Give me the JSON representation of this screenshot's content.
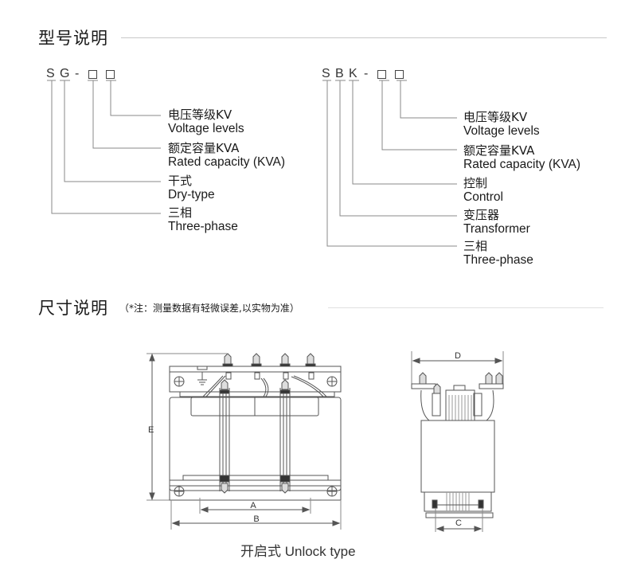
{
  "model_section": {
    "title": "型号说明",
    "sg": {
      "code_letters": [
        "S",
        "G",
        "-"
      ],
      "items": [
        {
          "cn": "电压等级KV",
          "en": "Voltage levels"
        },
        {
          "cn": "额定容量KVA",
          "en": "Rated capacity (KVA)"
        },
        {
          "cn": "干式",
          "en": "Dry-type"
        },
        {
          "cn": "三相",
          "en": "Three-phase"
        }
      ]
    },
    "sbk": {
      "code_letters": [
        "S",
        "B",
        "K",
        "-"
      ],
      "items": [
        {
          "cn": "电压等级KV",
          "en": "Voltage levels"
        },
        {
          "cn": "额定容量KVA",
          "en": "Rated capacity (KVA)"
        },
        {
          "cn": "控制",
          "en": "Control"
        },
        {
          "cn": "变压器",
          "en": "Transformer"
        },
        {
          "cn": "三相",
          "en": "Three-phase"
        }
      ]
    }
  },
  "dimension_section": {
    "title": "尺寸说明",
    "note": "（*注：测量数据有轻微误差,以实物为准）",
    "front_view_labels": {
      "e": "E",
      "a": "A",
      "b": "B"
    },
    "side_view_labels": {
      "d": "D",
      "c": "C"
    },
    "caption": "开启式 Unlock type"
  },
  "colors": {
    "rule": "#c8c8c8",
    "line": "#555555",
    "text": "#1a1a1a"
  }
}
